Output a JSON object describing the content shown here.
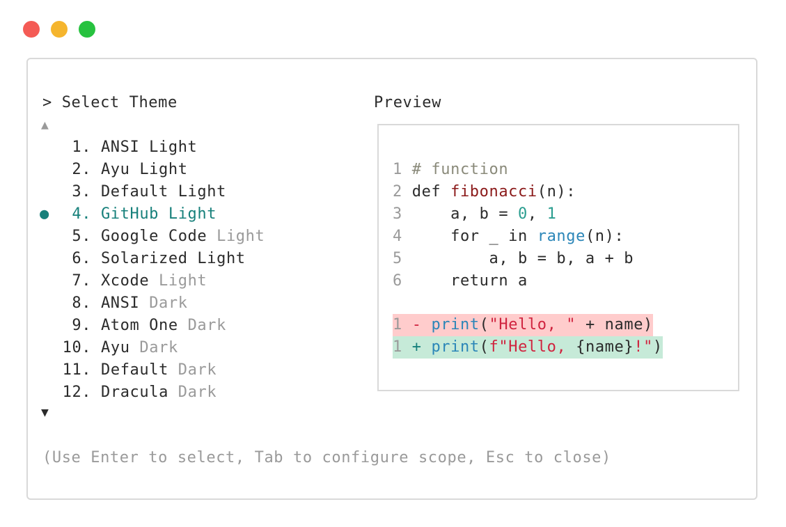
{
  "window_controls": {
    "close_color": "#f45b55",
    "minimize_color": "#f5b52e",
    "maximize_color": "#27c23f"
  },
  "title": "> Select Theme",
  "scroll_up": "▲",
  "scroll_down": "▼",
  "selected_marker": "●",
  "themes": [
    {
      "num": "1.",
      "name": "ANSI Light",
      "suffix": ""
    },
    {
      "num": "2.",
      "name": "Ayu Light",
      "suffix": ""
    },
    {
      "num": "3.",
      "name": "Default Light",
      "suffix": ""
    },
    {
      "num": "4.",
      "name": "GitHub Light",
      "suffix": "",
      "selected": true
    },
    {
      "num": "5.",
      "name": "Google Code",
      "suffix": "Light"
    },
    {
      "num": "6.",
      "name": "Solarized Light",
      "suffix": ""
    },
    {
      "num": "7.",
      "name": "Xcode",
      "suffix": "Light"
    },
    {
      "num": "8.",
      "name": "ANSI",
      "suffix": "Dark"
    },
    {
      "num": "9.",
      "name": "Atom One",
      "suffix": "Dark"
    },
    {
      "num": "10.",
      "name": "Ayu",
      "suffix": "Dark"
    },
    {
      "num": "11.",
      "name": "Default",
      "suffix": "Dark"
    },
    {
      "num": "12.",
      "name": "Dracula",
      "suffix": "Dark"
    }
  ],
  "preview": {
    "label": "Preview",
    "code": [
      {
        "ln": "1",
        "tokens": [
          [
            "comment",
            "# function"
          ]
        ]
      },
      {
        "ln": "2",
        "tokens": [
          [
            "plain",
            "def "
          ],
          [
            "func",
            "fibonacci"
          ],
          [
            "plain",
            "(n):"
          ]
        ]
      },
      {
        "ln": "3",
        "tokens": [
          [
            "plain",
            "    a, b = "
          ],
          [
            "num",
            "0"
          ],
          [
            "plain",
            ", "
          ],
          [
            "num",
            "1"
          ]
        ]
      },
      {
        "ln": "4",
        "tokens": [
          [
            "plain",
            "    for _ in "
          ],
          [
            "builtin",
            "range"
          ],
          [
            "plain",
            "(n):"
          ]
        ]
      },
      {
        "ln": "5",
        "tokens": [
          [
            "plain",
            "        a, b = b, a + b"
          ]
        ]
      },
      {
        "ln": "6",
        "tokens": [
          [
            "plain",
            "    return a"
          ]
        ]
      }
    ],
    "diff": [
      {
        "kind": "del",
        "ln": "1",
        "sign": "-",
        "tokens": [
          [
            "builtin",
            "print"
          ],
          [
            "plain",
            "("
          ],
          [
            "str",
            "\"Hello, \""
          ],
          [
            "plain",
            " + name)"
          ]
        ]
      },
      {
        "kind": "add",
        "ln": "1",
        "sign": "+",
        "tokens": [
          [
            "builtin",
            "print"
          ],
          [
            "plain",
            "("
          ],
          [
            "str",
            "f\"Hello, "
          ],
          [
            "plain",
            "{name}"
          ],
          [
            "str",
            "!\""
          ],
          [
            "plain",
            ")"
          ]
        ]
      }
    ]
  },
  "footer": "(Use Enter to select, Tab to configure scope, Esc to close)"
}
